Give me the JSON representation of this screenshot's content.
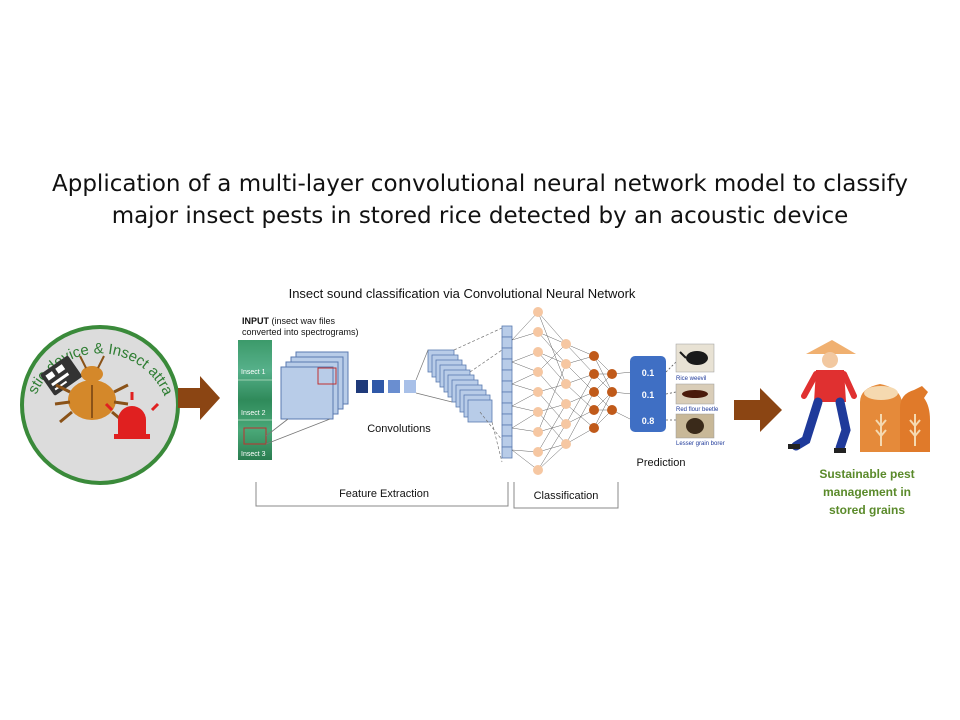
{
  "title": {
    "line1": "Application of a multi-layer convolutional neural network model to classify",
    "line2": "major insect pests in stored rice detected by an acoustic device"
  },
  "acoustic_panel": {
    "arc_label": "Acoustic device & Insect attractant"
  },
  "cnn_panel": {
    "heading": "Insect sound classification via Convolutional Neural Network",
    "input_bold": "INPUT",
    "input_rest": " (insect wav files",
    "input_line2": "converted into spectrograms)",
    "insect_labels": [
      "Insect 1",
      "Insect 2",
      "Insect 3"
    ],
    "convolutions_label": "Convolutions",
    "feature_extraction_label": "Feature Extraction",
    "classification_label": "Classification",
    "prediction_label": "Prediction",
    "predictions": [
      {
        "value": "0.1",
        "name": "Rice weevil"
      },
      {
        "value": "0.1",
        "name": "Red flour beetle"
      },
      {
        "value": "0.8",
        "name": "Lesser grain borer"
      }
    ]
  },
  "outcome": {
    "line1": "Sustainable pest",
    "line2": "management in",
    "line3": "stored grains"
  },
  "colors": {
    "arrow": "#8B4513",
    "circle_border": "#3a8a3a",
    "arc_text": "#2e7d32",
    "beetle": "#d4882a",
    "alarm": "#e02020",
    "node_light": "#f6c7a2",
    "node_dark": "#c05a1a",
    "prediction_box": "#3f6fc4",
    "outcome_text": "#5a8a2a"
  }
}
